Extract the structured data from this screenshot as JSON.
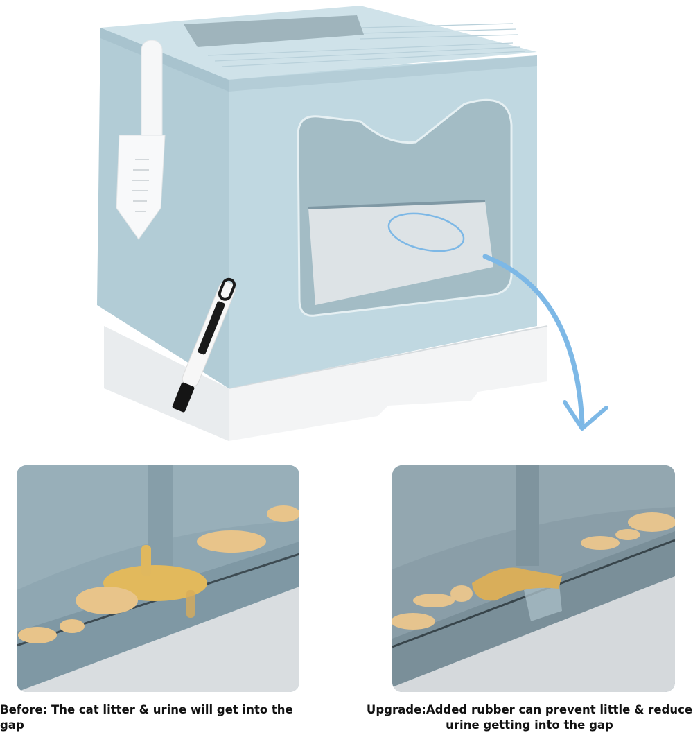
{
  "hero": {
    "subject": "foldable top-entry cat litter box",
    "colors": {
      "body": "#b9d3dc",
      "body_shade": "#a3c0cb",
      "drawer": "#f2f3f4",
      "window": "#9fb6bf",
      "arrow": "#7db8e6"
    },
    "accessories": [
      "litter-scoop",
      "cleaning-brush"
    ],
    "callout": "rubber-strip-highlight-ellipse"
  },
  "panels": [
    {
      "id": "before",
      "scene": "litter and urine falling into the gap",
      "colors": {
        "wall": "#8fa7b2",
        "rail": "#7f98a4",
        "floor": "#d9dde0",
        "litter": "#e8c48a",
        "clump": "#e2b95c"
      }
    },
    {
      "id": "after",
      "scene": "rubber strip seals the gap, litter stays on ledge",
      "colors": {
        "wall": "#8a9ea8",
        "rail": "#7a8f99",
        "floor": "#d5d9dc",
        "litter": "#e6c48e",
        "clump": "#d9ae5a"
      }
    }
  ],
  "captions": {
    "before": "Before: The cat litter & urine will get into the gap",
    "after_line1": "Upgrade:Added rubber can prevent little & reduce",
    "after_line2": "urine getting into the gap"
  }
}
